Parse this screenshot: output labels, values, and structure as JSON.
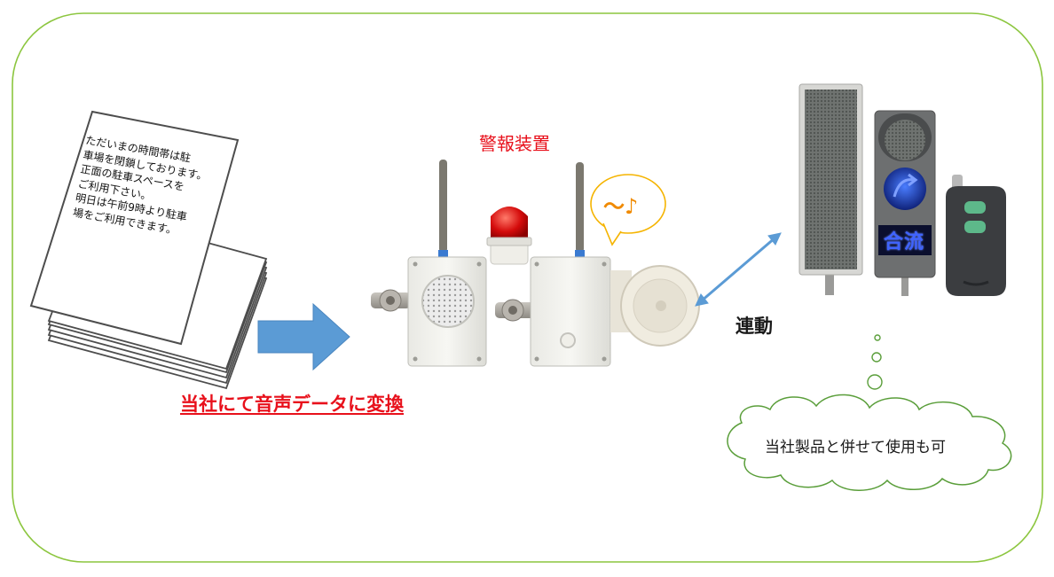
{
  "labels": {
    "alarm_device": "警報装置",
    "convert_text": "当社にて音声データに変換",
    "link_text": "連動",
    "combine_text": "当社製品と併せて使用も可",
    "melody": "～♪",
    "sign_text": "合流"
  },
  "notice": {
    "lines": [
      "ただいまの時間帯は駐",
      "車場を閉鎖しております。",
      "正面の駐車スペースを",
      "ご利用下さい。",
      "明日は午前9時より駐車",
      "場をご利用できます。"
    ]
  },
  "colors": {
    "frame_border": "#8cc63f",
    "accent_red": "#e8101b",
    "arrow_blue": "#5b9bd5",
    "link_arrow": "#5b9bd5",
    "bubble_orange": "#f5b400",
    "cloud_border": "#5a9e3a"
  },
  "icons": {
    "paper_stack": "paper-stack-icon",
    "big_arrow": "right-arrow-icon",
    "double_arrow": "double-arrow-icon",
    "speaker_device": "speaker-device",
    "siren_device": "siren-horn-device",
    "sign_board": "led-sign-board",
    "signal": "traffic-signal",
    "remote": "remote-control"
  }
}
